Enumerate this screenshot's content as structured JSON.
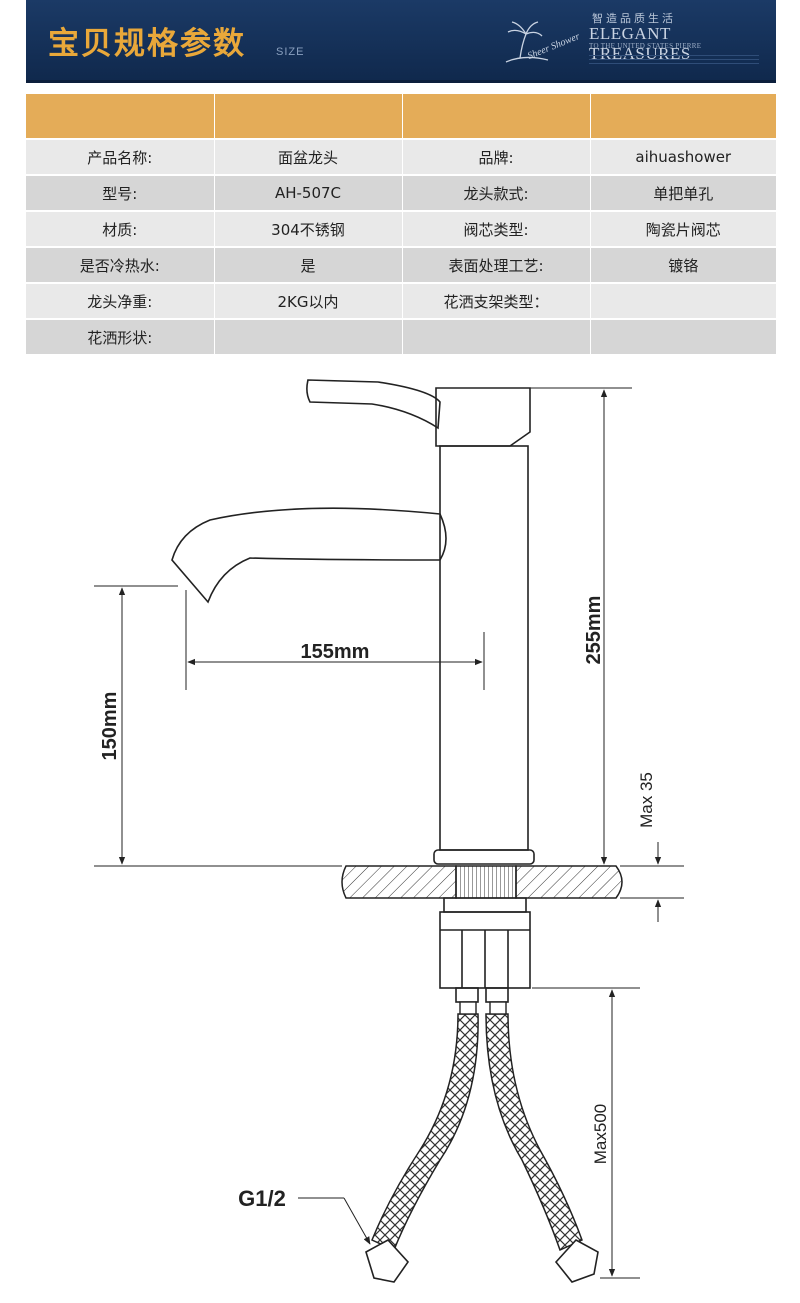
{
  "header": {
    "title": "宝贝规格参数",
    "subtitle": "SIZE",
    "brand_slogan_cn": "智造品质生活",
    "brand_name": "ELEGANT TREASURES",
    "brand_tagline": "TO THE UNITED STATES PIERRE",
    "logo_script": "Sheer Shower"
  },
  "spec_table": {
    "rows": [
      [
        "产品名称:",
        "面盆龙头",
        "品牌:",
        "aihuashower"
      ],
      [
        "型号:",
        "AH-507C",
        "龙头款式:",
        "单把单孔"
      ],
      [
        "材质:",
        "304不锈钢",
        "阀芯类型:",
        "陶瓷片阀芯"
      ],
      [
        "是否冷热水:",
        "是",
        "表面处理工艺:",
        "镀铬"
      ],
      [
        "龙头净重:",
        "2KG以内",
        "花洒支架类型：",
        ""
      ],
      [
        "花洒形状:",
        "",
        "",
        ""
      ]
    ]
  },
  "diagram": {
    "dim_spout_reach": "155mm",
    "dim_spout_height": "150mm",
    "dim_total_height": "255mm",
    "dim_counter_thickness": "Max 35",
    "dim_hose_length": "Max500",
    "label_thread": "G1/2"
  }
}
